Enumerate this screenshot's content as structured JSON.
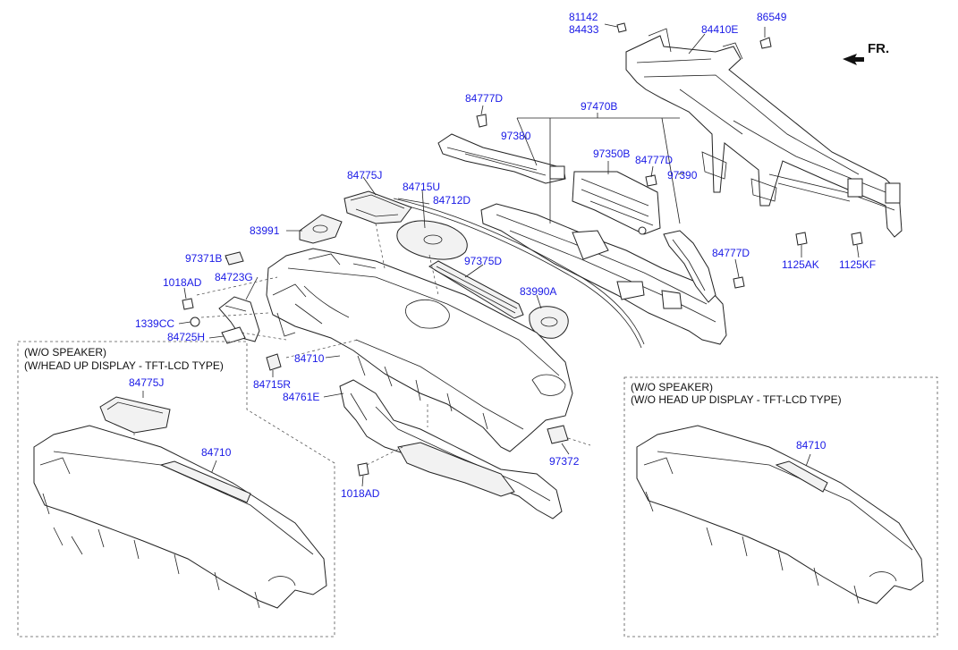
{
  "direction_label": "FR.",
  "part_numbers": {
    "p81142": "81142",
    "p84433": "84433",
    "p84410E": "84410E",
    "p86549": "86549",
    "p84777D_a": "84777D",
    "p97470B": "97470B",
    "p97380": "97380",
    "p97350B": "97350B",
    "p84777D_b": "84777D",
    "p97390": "97390",
    "p84775J": "84775J",
    "p84715U": "84715U",
    "p84712D": "84712D",
    "p83991": "83991",
    "p97371B": "97371B",
    "p84723G": "84723G",
    "p97375D": "97375D",
    "p1018AD_a": "1018AD",
    "p83990A": "83990A",
    "p1339CC": "1339CC",
    "p84725H": "84725H",
    "p84777D_c": "84777D",
    "p1125AK": "1125AK",
    "p1125KF": "1125KF",
    "p84710_main": "84710",
    "p84715R": "84715R",
    "p84761E": "84761E",
    "p97372": "97372",
    "p1018AD_b": "1018AD"
  },
  "inset_left": {
    "note_line1": "(W/O SPEAKER)",
    "note_line2": "(W/HEAD UP DISPLAY - TFT-LCD TYPE)",
    "part_a": "84775J",
    "part_b": "84710"
  },
  "inset_right": {
    "note_line1": "(W/O SPEAKER)",
    "note_line2": "(W/O HEAD UP DISPLAY - TFT-LCD TYPE)",
    "part_a": "84710"
  }
}
